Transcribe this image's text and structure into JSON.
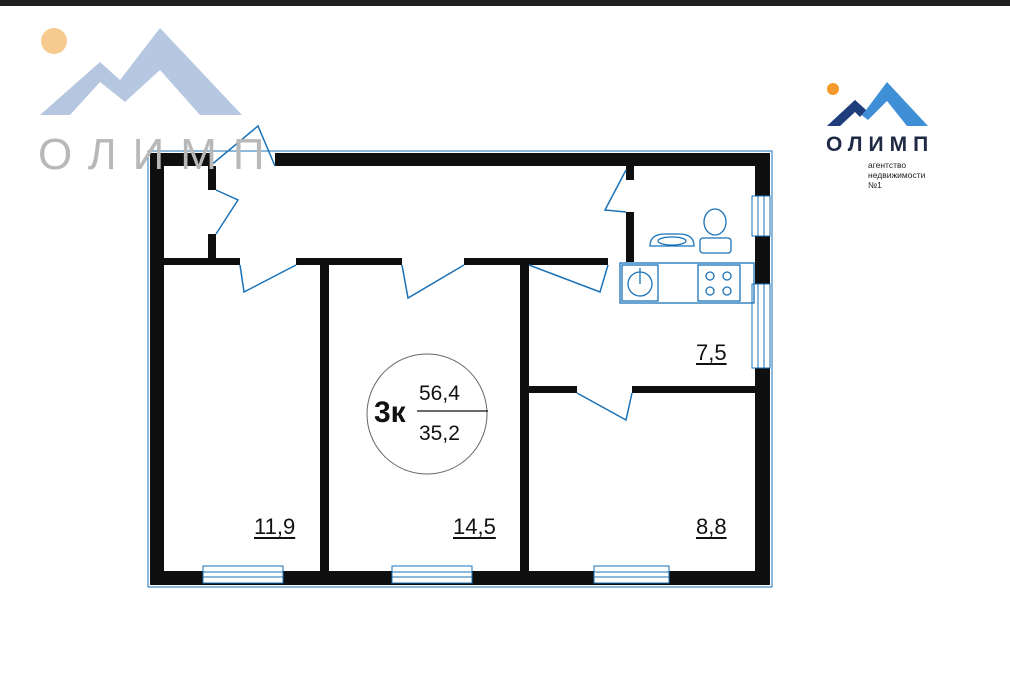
{
  "watermark": {
    "text": "ОЛИМП"
  },
  "brand": {
    "name": "ОЛИМП",
    "tagline": [
      "агентство",
      "недвижимости",
      "№1"
    ]
  },
  "summary": {
    "rooms": "3к",
    "total_area": "56,4",
    "living_area": "35,2"
  },
  "rooms": [
    {
      "id": "room-left",
      "area": "11,9"
    },
    {
      "id": "room-middle",
      "area": "14,5"
    },
    {
      "id": "kitchen",
      "area": "7,5"
    },
    {
      "id": "room-right",
      "area": "8,8"
    }
  ],
  "colors": {
    "wall": "#0f0f0f",
    "accent_line": "#1a72b8",
    "logo_dark": "#1f3d7a",
    "logo_light": "#3f8fd6",
    "sun": "#f39a2a",
    "watermark_mountain": "#9fb6d8",
    "watermark_sun": "#f6c27d"
  }
}
